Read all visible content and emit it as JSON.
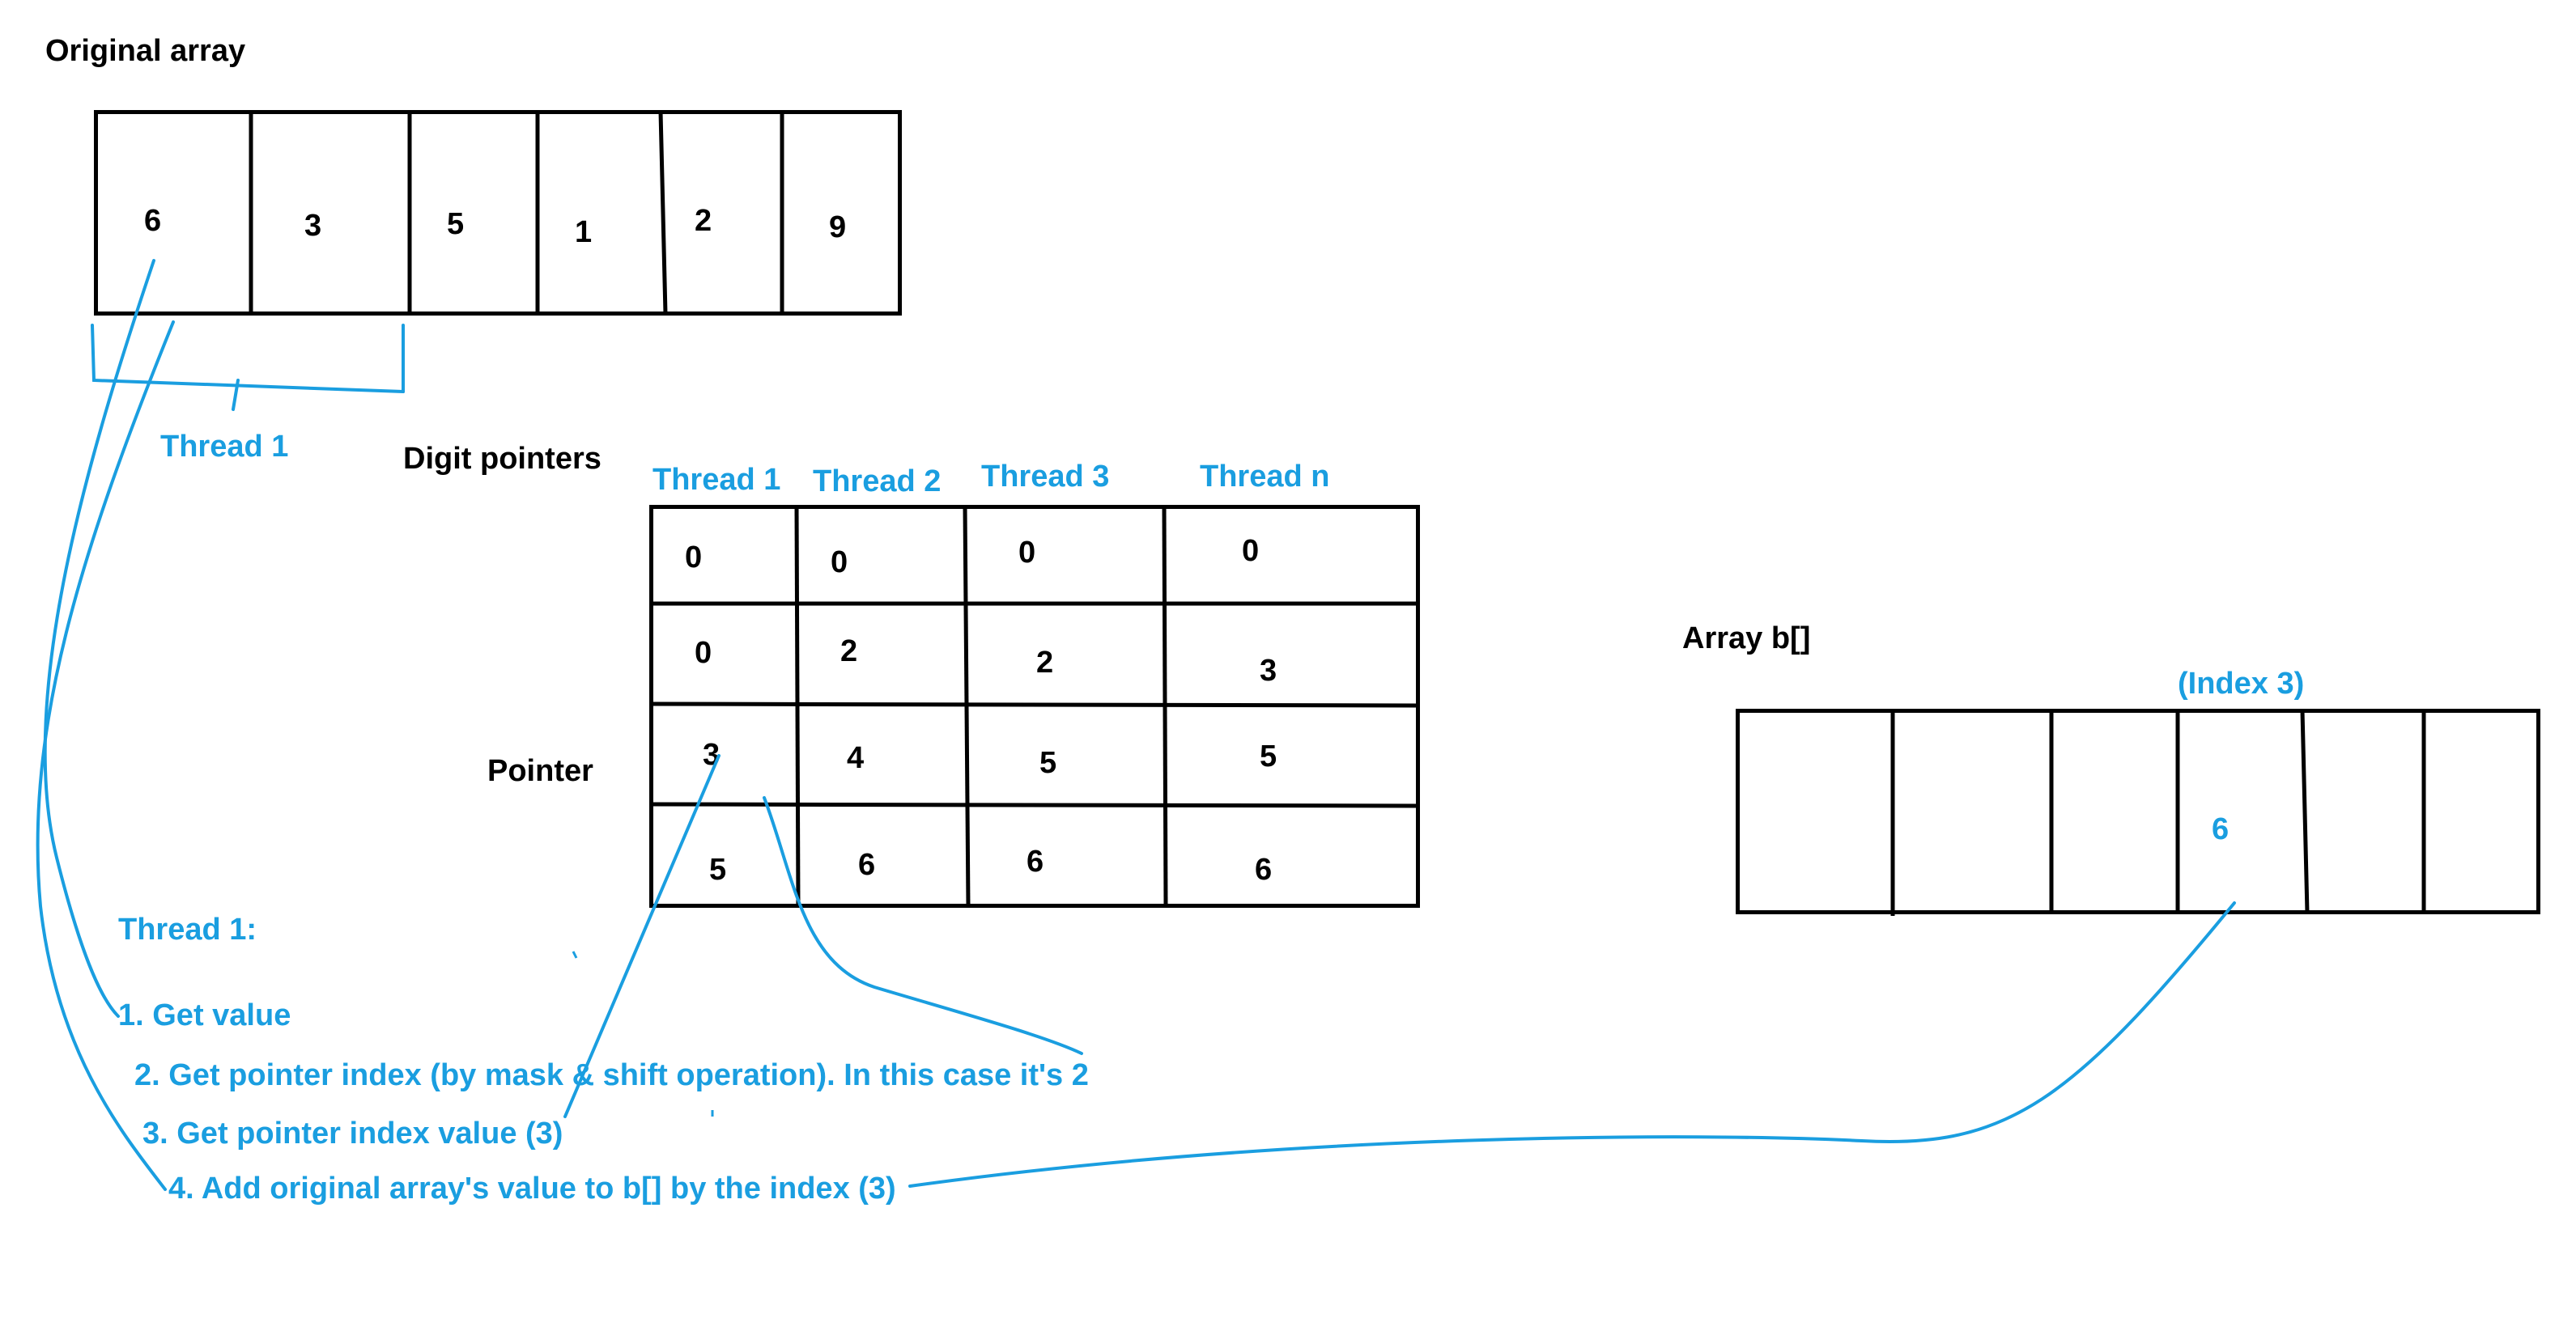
{
  "labels": {
    "original_array": "Original array",
    "thread1_bracket": "Thread 1",
    "digit_pointers": "Digit pointers",
    "pointer": "Pointer",
    "array_b": "Array b[]",
    "index3": "(Index 3)"
  },
  "original_array": [
    "6",
    "3",
    "5",
    "1",
    "2",
    "9"
  ],
  "pointer_table": {
    "headers": [
      "Thread 1",
      "Thread 2",
      "Thread 3",
      "Thread n"
    ],
    "rows": [
      [
        "0",
        "0",
        "0",
        "0"
      ],
      [
        "0",
        "2",
        "2",
        "3"
      ],
      [
        "3",
        "4",
        "5",
        "5"
      ],
      [
        "5",
        "6",
        "6",
        "6"
      ]
    ]
  },
  "array_b": [
    "",
    "",
    "",
    "6",
    "",
    ""
  ],
  "steps": {
    "title": "Thread 1:",
    "items": [
      "1. Get value",
      "2. Get pointer index (by mask & shift operation). In this case it's 2",
      "3. Get pointer index value (3)",
      "4. Add original array's value to b[] by the index (3)"
    ]
  },
  "colors": {
    "accent": "#1a9ee0",
    "ink": "#000000"
  }
}
